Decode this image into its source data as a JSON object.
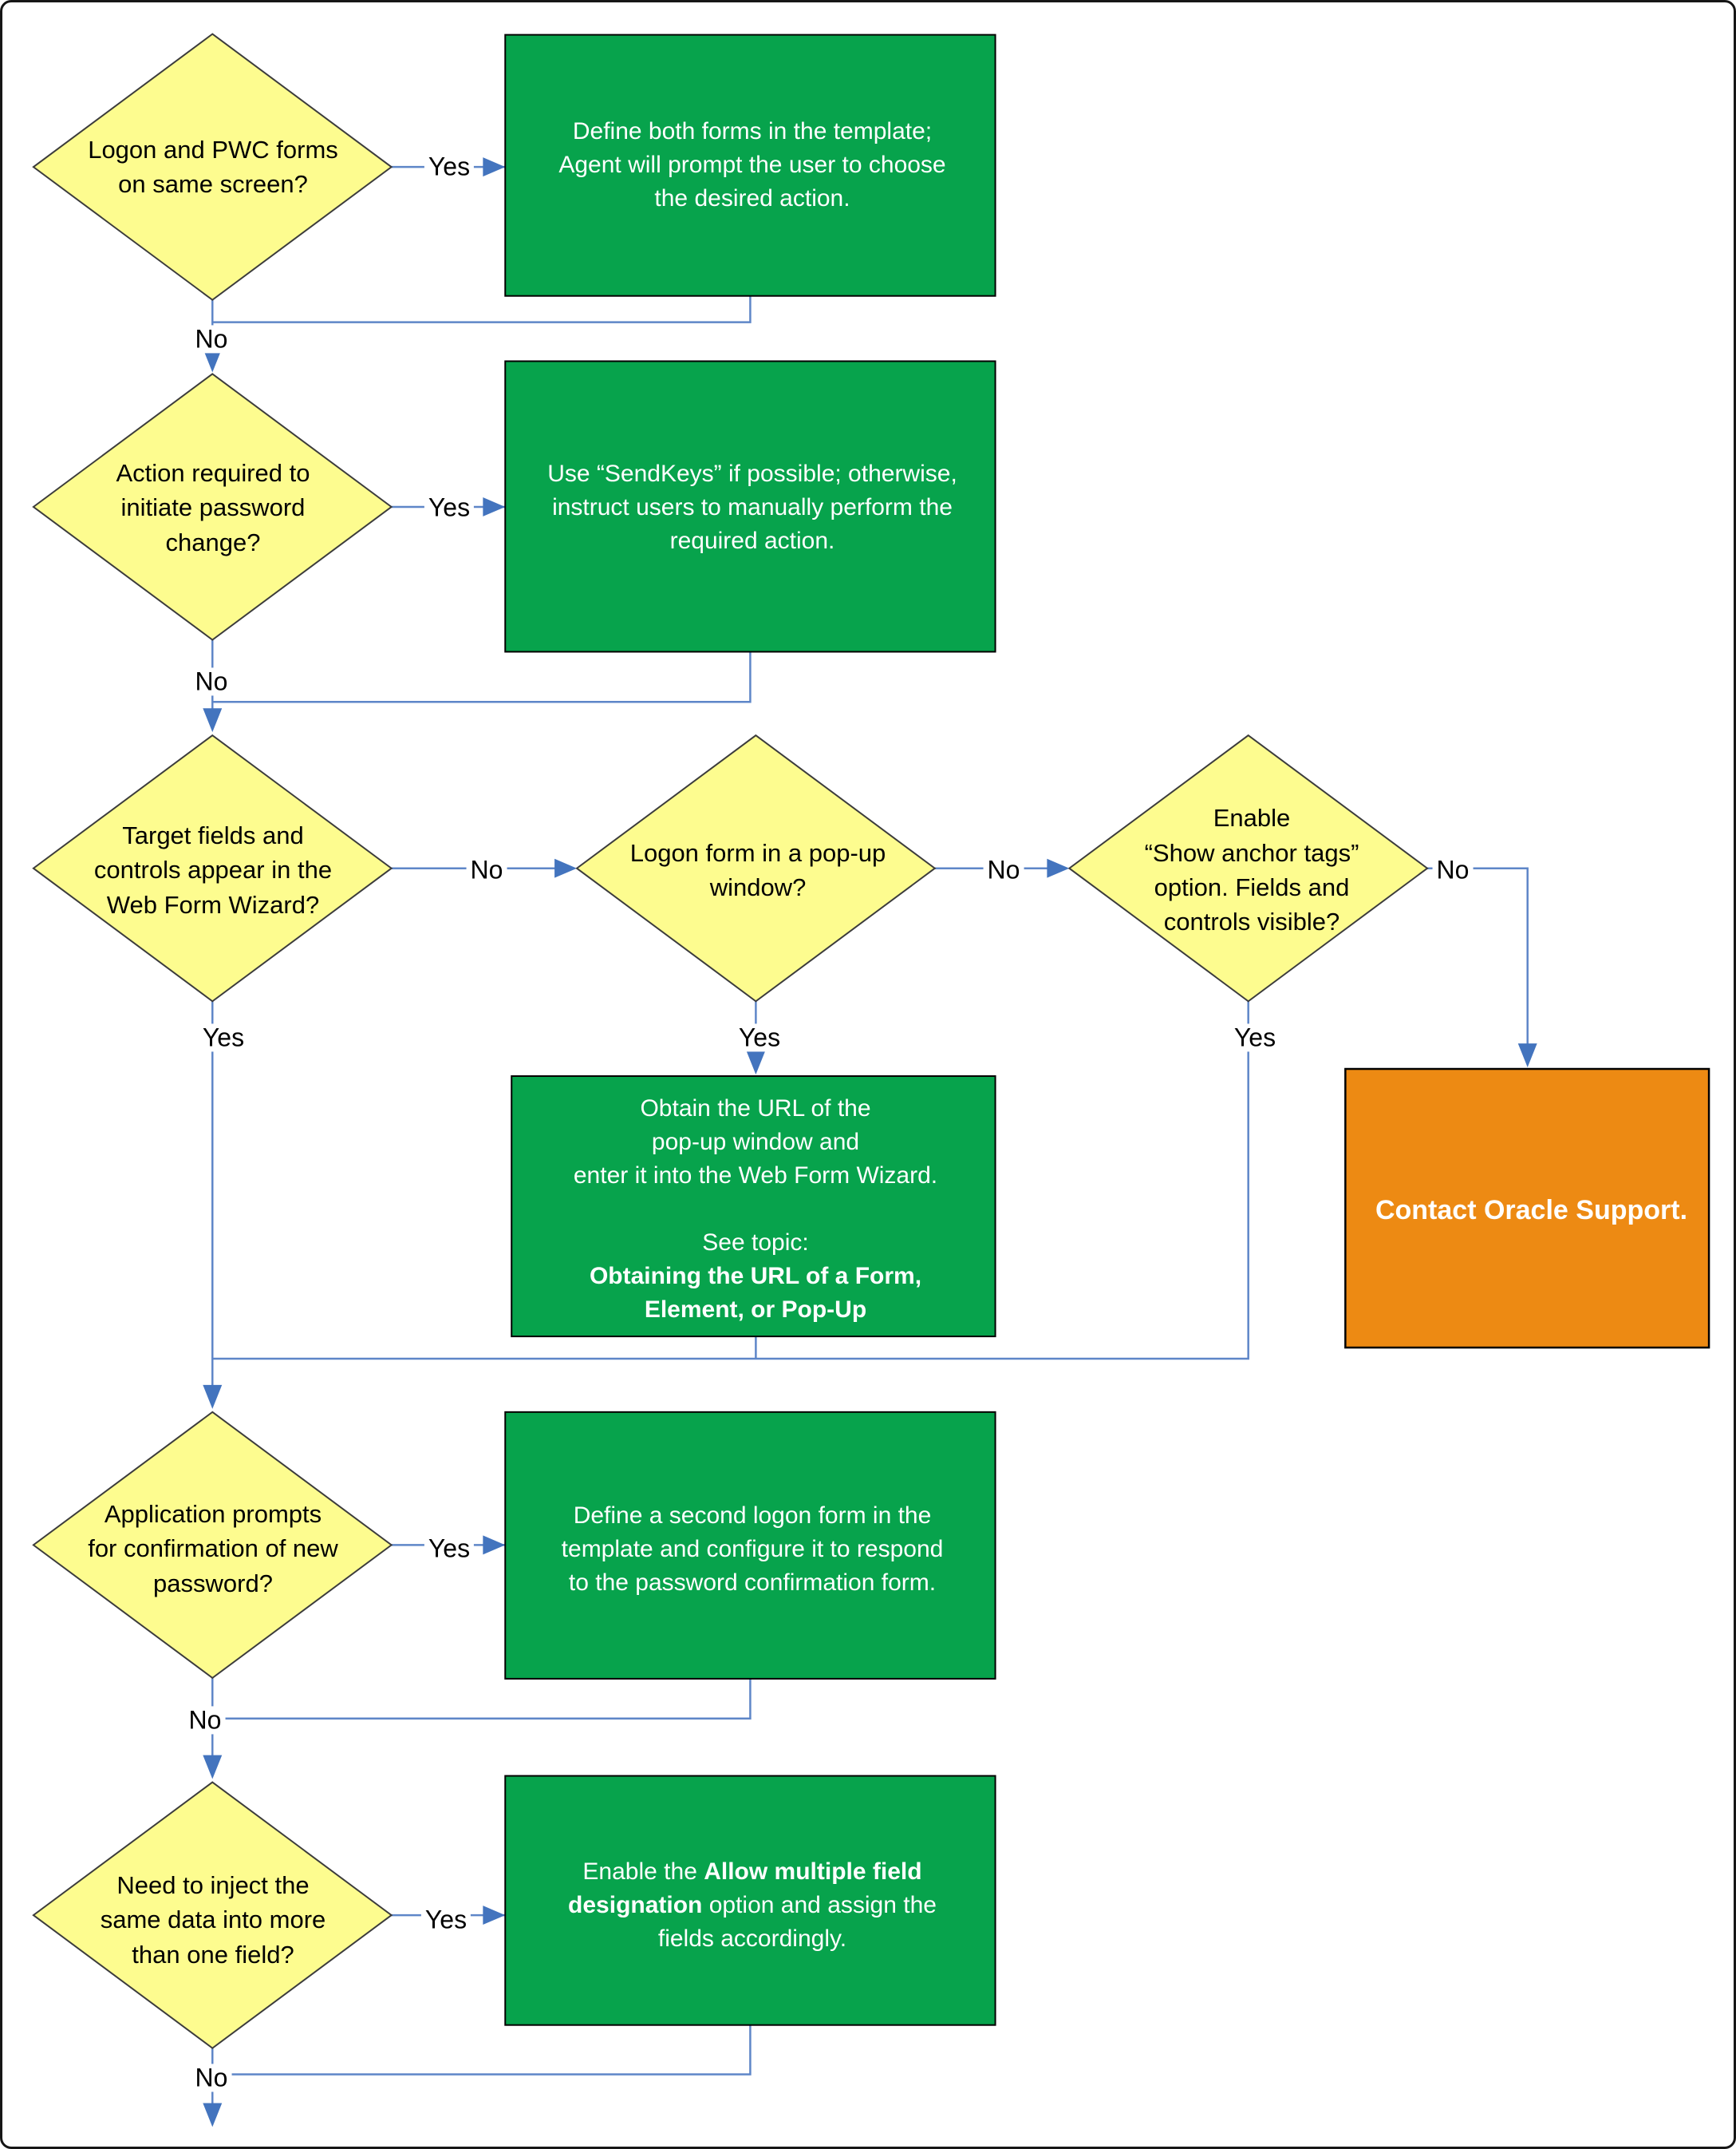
{
  "colors": {
    "diamond_fill": "#FDFC8F",
    "diamond_border": "#3C3C3C",
    "box_green": "#07A34C",
    "box_orange": "#ED8A13",
    "line_blue": "#5E86C8",
    "arrow_blue": "#4374BE"
  },
  "labels": {
    "yes": "Yes",
    "no": "No"
  },
  "nodes": {
    "d1": {
      "text": "Logon and PWC forms\non same screen?"
    },
    "g1": {
      "text": "Define both forms in the template;\nAgent will prompt the user to choose\nthe desired action."
    },
    "d2": {
      "text": "Action required to\ninitiate password\nchange?"
    },
    "g2": {
      "text": "Use “SendKeys” if possible; otherwise,\ninstruct users to manually perform the\nrequired action."
    },
    "d3": {
      "text": "Target fields and\ncontrols appear in the\nWeb Form Wizard?"
    },
    "d4": {
      "text": "Logon form in a pop-up\nwindow?"
    },
    "d5": {
      "text": "Enable\n“Show anchor tags”\noption. Fields and\ncontrols visible?"
    },
    "g3": {
      "para": "Obtain the URL of the\npop-up window and\nenter it into the Web Form Wizard.",
      "see": "See topic:",
      "topic": "Obtaining the URL of a Form,\nElement, or Pop-Up"
    },
    "support": {
      "text": "Contact Oracle Support."
    },
    "d6": {
      "text": "Application prompts\nfor confirmation of new\npassword?"
    },
    "g4": {
      "text": "Define a second logon form in the\ntemplate and configure it to respond\nto the password confirmation form."
    },
    "d7": {
      "text": "Need to inject the\nsame data into more\nthan one field?"
    },
    "g5": {
      "pre": "Enable the ",
      "bold": "Allow multiple field\ndesignation",
      "post": " option and assign the\nfields accordingly."
    }
  }
}
